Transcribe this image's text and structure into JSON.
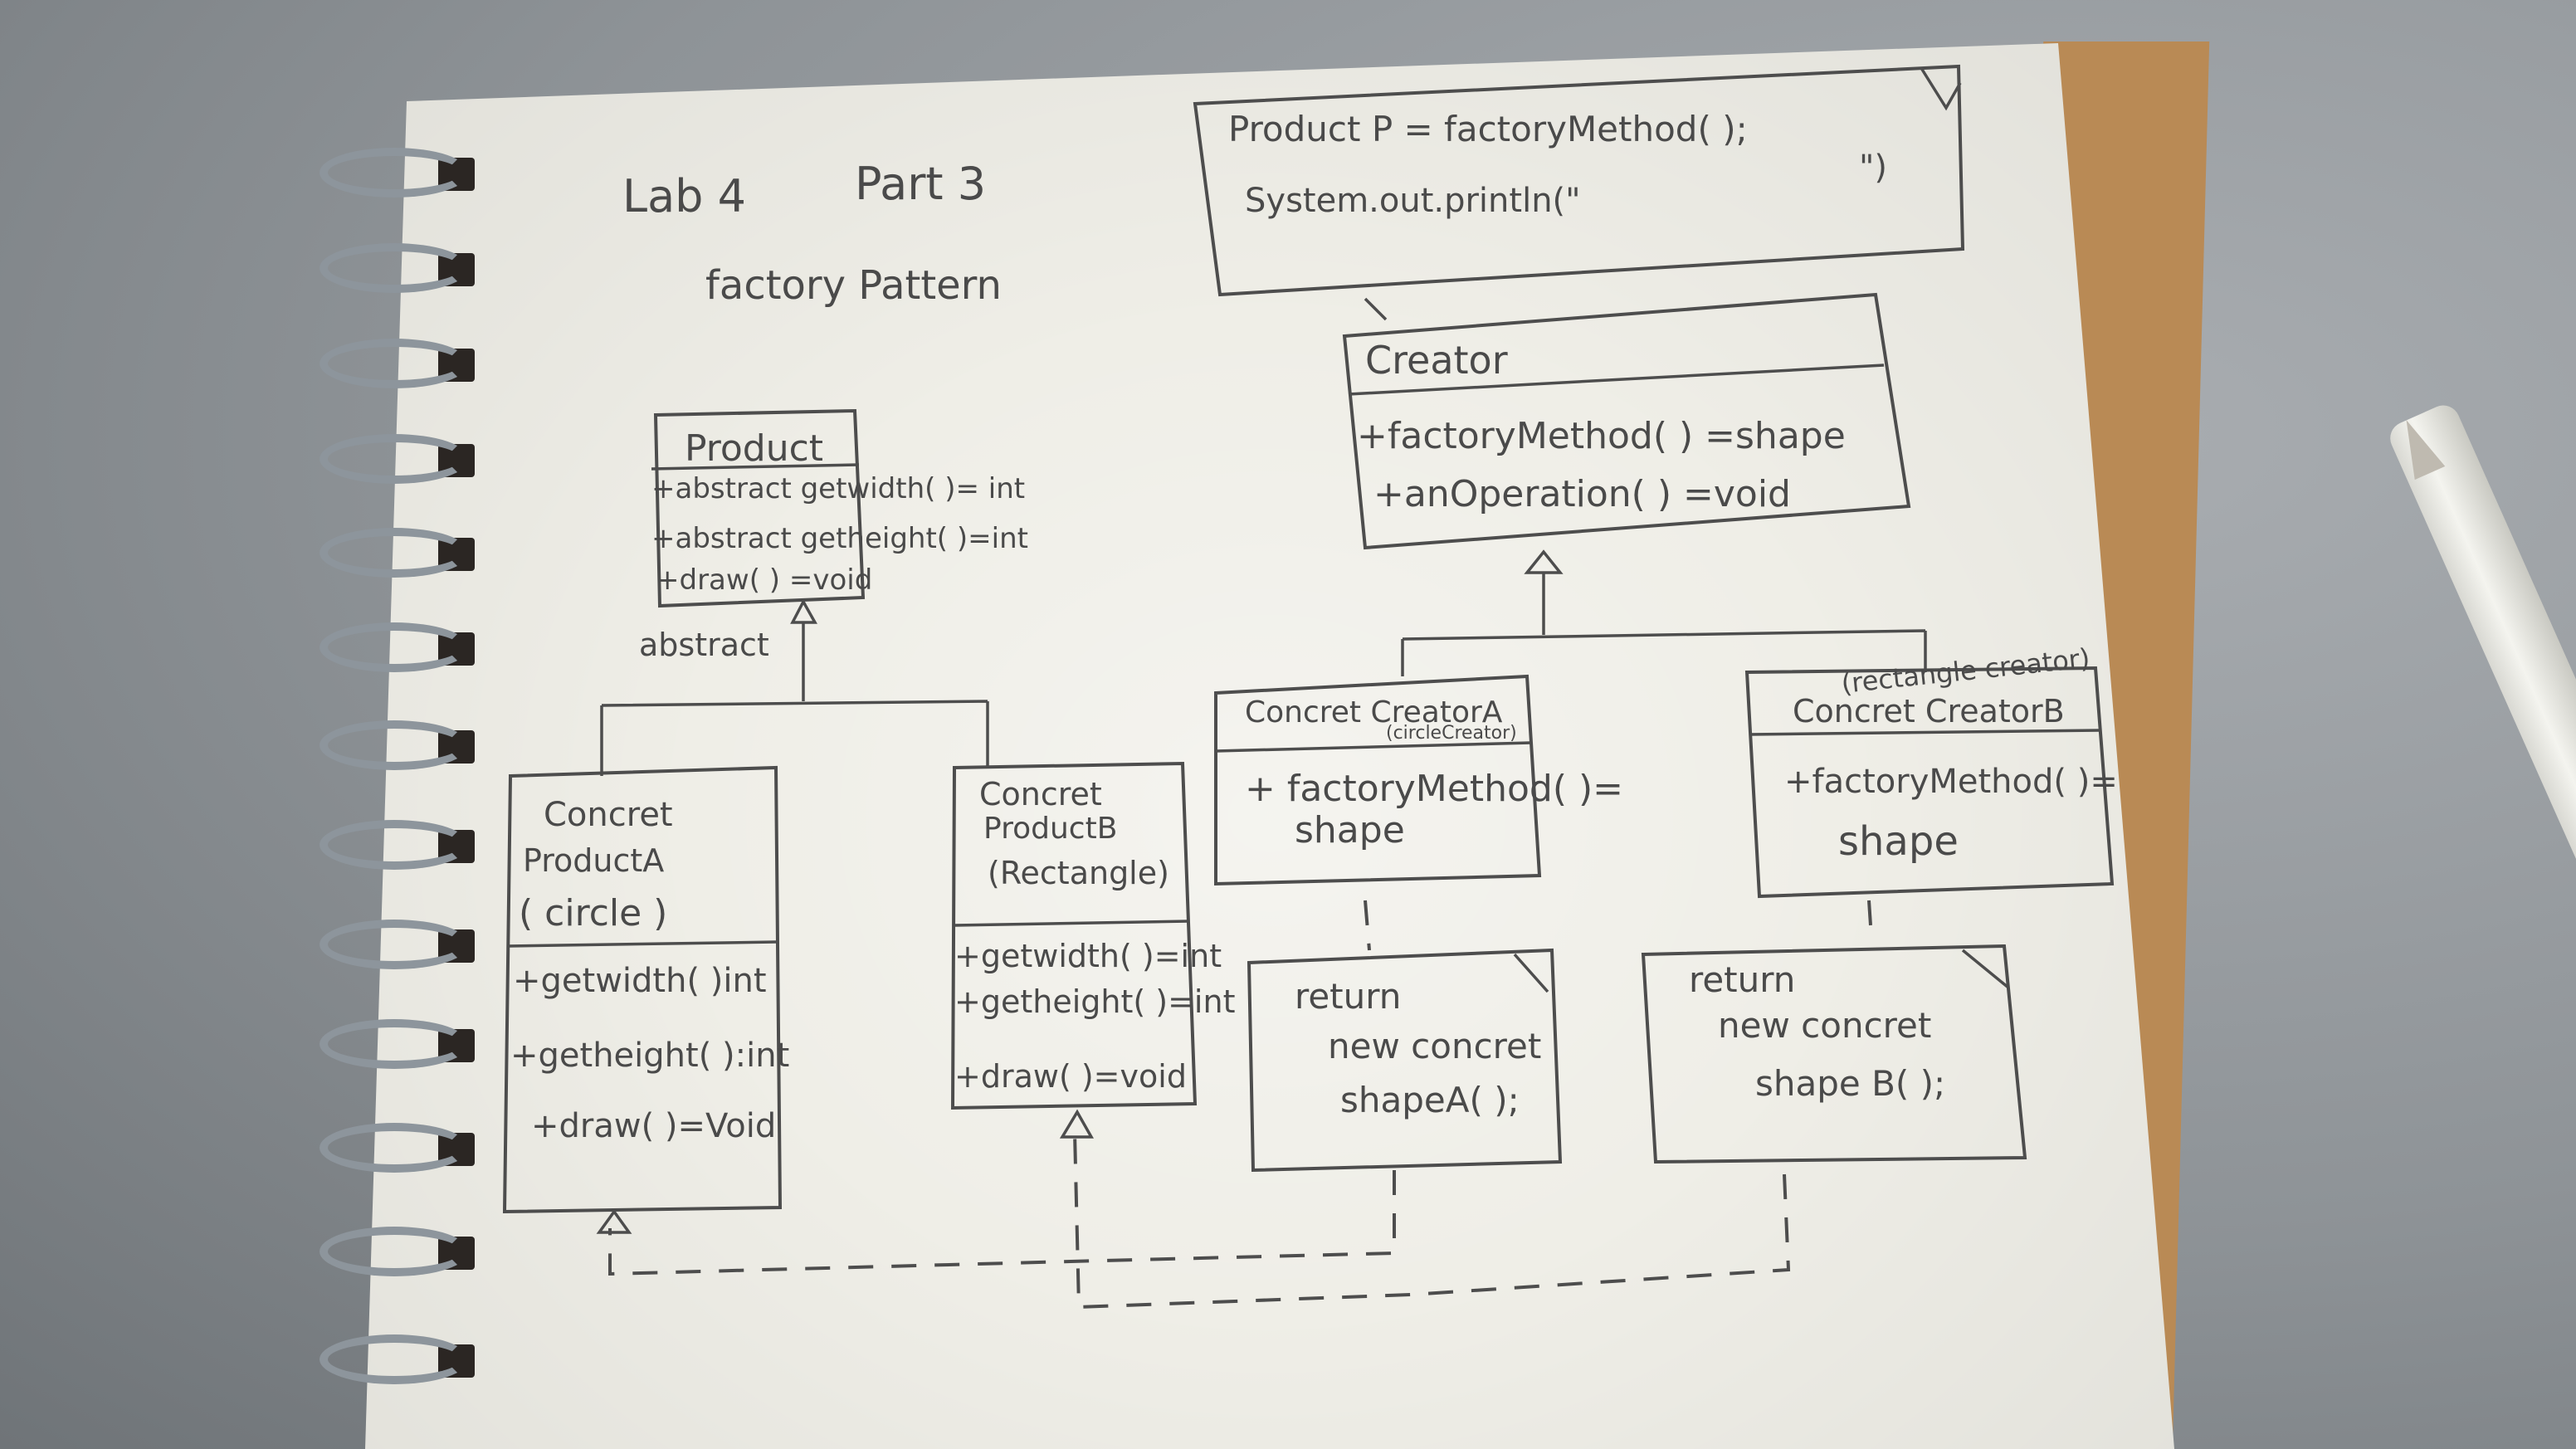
{
  "title": {
    "line1_a": "Lab 4",
    "line1_b": "Part 3",
    "line2": "factory  Pattern"
  },
  "note_top": {
    "line1": "Product  P = factoryMethod( );",
    "line2": "System.out.println(\"",
    "line2_end": "\")"
  },
  "creator": {
    "name": "Creator",
    "ops": [
      "+factoryMethod( ) =shape",
      "+anOperation( ) =void"
    ]
  },
  "product": {
    "name": "Product",
    "ops": [
      "+abstract getwidth( )= int",
      "+abstract getheight( )=int",
      "+draw( )  =void"
    ],
    "note": "abstract"
  },
  "product_a": {
    "name_lines": [
      "Concret",
      "ProductA",
      "( circle )"
    ],
    "ops": [
      "+getwidth( )int",
      "+getheight( ):int",
      "+draw( )=Void"
    ]
  },
  "product_b": {
    "name_lines": [
      "Concret",
      "ProductB",
      "(Rectangle)"
    ],
    "ops": [
      "+getwidth( )=int",
      "+getheight( )=int",
      "+draw( )=void"
    ]
  },
  "creator_a": {
    "name": "Concret CreatorA",
    "sub": "(circleCreator)",
    "ops_lines": [
      "+ factoryMethod( )=",
      "shape"
    ]
  },
  "creator_b": {
    "sub": "(rectangle creator)",
    "name": "Concret CreatorB",
    "ops_lines": [
      "+factoryMethod( )=",
      "shape"
    ]
  },
  "note_a": {
    "lines": [
      "return",
      "new concret",
      "shapeA( );"
    ]
  },
  "note_b": {
    "lines": [
      "return",
      "new concret",
      "shape B( );"
    ]
  },
  "colors": {
    "paper": "#efeee7",
    "ink": "#4a4a4a",
    "backboard": "#b98a55",
    "desk": "#8f9498"
  }
}
